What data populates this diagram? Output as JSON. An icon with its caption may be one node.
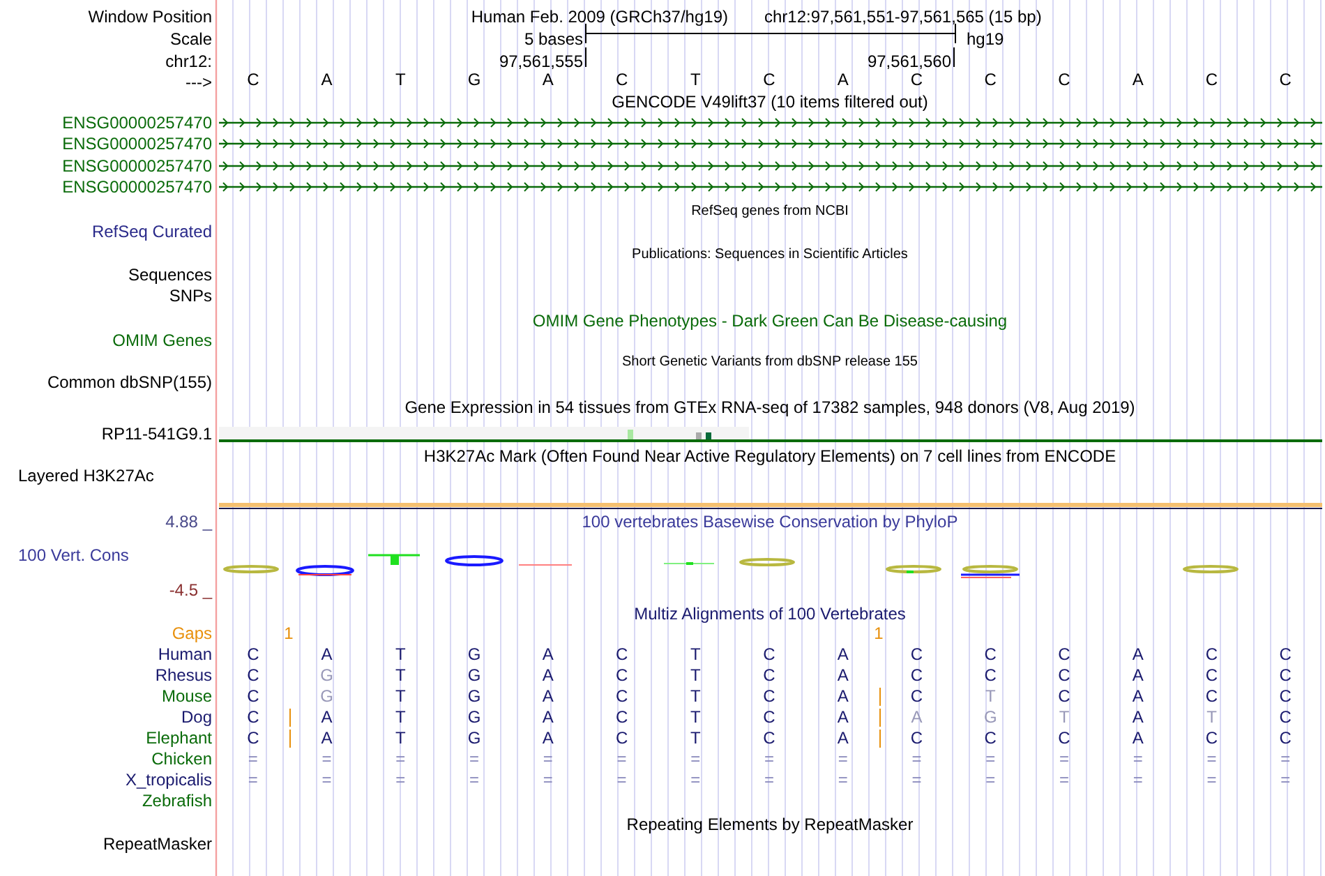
{
  "diagram": {
    "labels": [
      "Window Position",
      "Human Feb. 2009 (GRCh37/hg19)",
      "chr12:97,561,551-97,561,565 (15 bp)",
      "Scale",
      "5 bases",
      "hg19",
      "chr12:",
      "97,561,555",
      "97,561,560",
      "--->",
      "C",
      "A",
      "T",
      "G",
      "A",
      "C",
      "T",
      "C",
      "A",
      "C",
      "C",
      "C",
      "A",
      "C",
      "C",
      "GENCODE V49lift37 (10 items filtered out)",
      "ENSG00000257470",
      "ENSG00000257470",
      "ENSG00000257470",
      "ENSG00000257470",
      "RefSeq genes from NCBI",
      "RefSeq Curated",
      "Publications: Sequences in Scientific Articles",
      "Sequences",
      "SNPs",
      "OMIM Gene Phenotypes - Dark Green Can Be Disease-causing",
      "OMIM Genes",
      "Short Genetic Variants from dbSNP release 155",
      "Common dbSNP(155)",
      "Gene Expression in 54 tissues from GTEx RNA-seq of 17382 samples, 948 donors (V8, Aug 2019)",
      "RP11-541G9.1",
      "H3K27Ac Mark (Often Found Near Active Regulatory Elements) on 7 cell lines from ENCODE",
      "Layered H3K27Ac",
      "4.88 _",
      "100 vertebrates Basewise Conservation by PhyloP",
      "100 Vert. Cons",
      "-4.5 _",
      "Multiz Alignments of 100 Vertebrates",
      "Gaps",
      "1",
      "1",
      "Human",
      "C",
      "A",
      "T",
      "G",
      "A",
      "C",
      "T",
      "C",
      "A",
      "C",
      "C",
      "C",
      "A",
      "C",
      "C",
      "Rhesus",
      "C",
      "G",
      "T",
      "G",
      "A",
      "C",
      "T",
      "C",
      "A",
      "C",
      "C",
      "C",
      "A",
      "C",
      "C",
      "Mouse",
      "C",
      "G",
      "T",
      "G",
      "A",
      "C",
      "T",
      "C",
      "A",
      "C",
      "T",
      "C",
      "A",
      "C",
      "C",
      "Dog",
      "C",
      "A",
      "T",
      "G",
      "A",
      "C",
      "T",
      "C",
      "A",
      "A",
      "G",
      "T",
      "A",
      "T",
      "C",
      "Elephant",
      "C",
      "A",
      "T",
      "G",
      "A",
      "C",
      "T",
      "C",
      "A",
      "C",
      "C",
      "C",
      "A",
      "C",
      "C",
      "Chicken",
      "=",
      "=",
      "=",
      "=",
      "=",
      "=",
      "=",
      "=",
      "=",
      "=",
      "=",
      "=",
      "=",
      "=",
      "=",
      "X_tropicalis",
      "=",
      "=",
      "=",
      "=",
      "=",
      "=",
      "=",
      "=",
      "=",
      "=",
      "=",
      "=",
      "=",
      "=",
      "=",
      "Zebrafish",
      "Repeating Elements by RepeatMasker",
      "RepeatMasker"
    ]
  }
}
